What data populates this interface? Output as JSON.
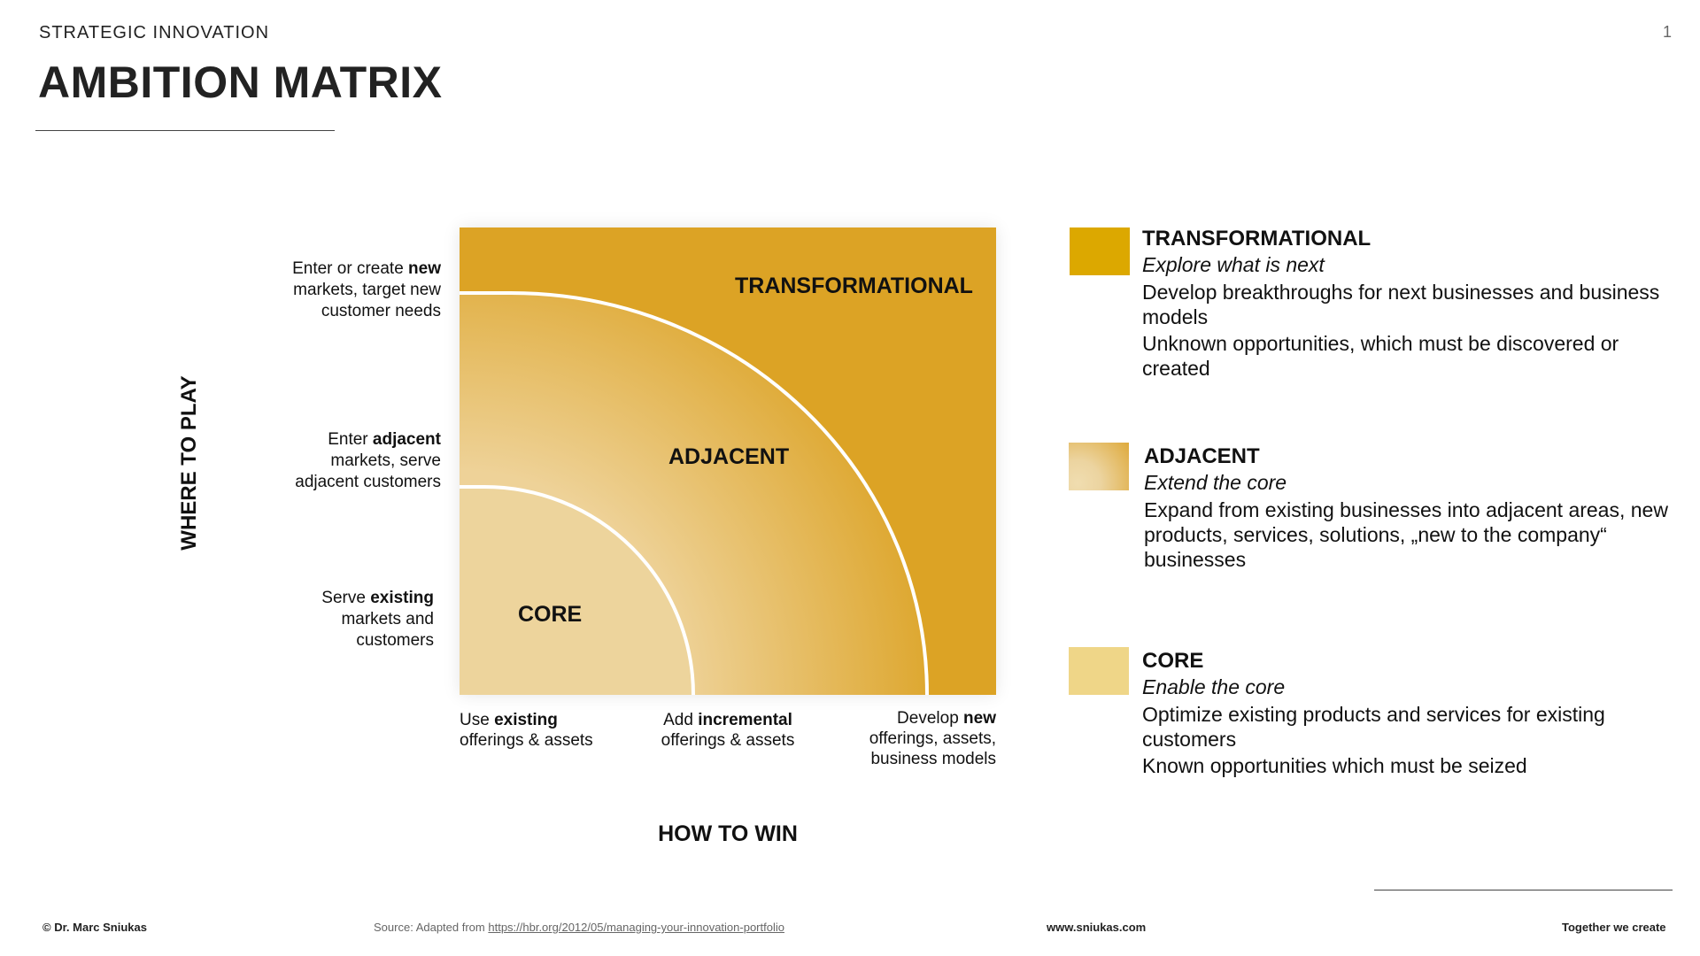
{
  "header": {
    "eyebrow": "STRATEGIC INNOVATION",
    "title": "AMBITION MATRIX",
    "page_number": "1"
  },
  "matrix": {
    "quadrants": {
      "transformational": "TRANSFORMATIONAL",
      "adjacent": "ADJACENT",
      "core": "CORE"
    },
    "y_axis_title": "WHERE TO PLAY",
    "x_axis_title": "HOW TO WIN",
    "y_rows": {
      "new": {
        "line1_pre": "Enter or create ",
        "line1_bold": "new",
        "line2": "markets, target new",
        "line3": "customer needs"
      },
      "adjacent": {
        "line1_pre": "Enter ",
        "line1_bold": "adjacent",
        "line2": "markets, serve",
        "line3": "adjacent customers"
      },
      "existing": {
        "line1_pre": "Serve ",
        "line1_bold": "existing",
        "line2": "markets and",
        "line3": "customers"
      }
    },
    "x_cols": {
      "existing": {
        "line1_pre": "Use ",
        "line1_bold": "existing",
        "line2": "offerings & assets"
      },
      "incremental": {
        "line1_pre": "Add ",
        "line1_bold": "incremental",
        "line2": "offerings & assets"
      },
      "new": {
        "line1_pre": "Develop ",
        "line1_bold": "new",
        "line2": "offerings, assets,",
        "line3": "business models"
      }
    },
    "colors": {
      "outer": "#dca325",
      "middle_light": "#f0d8a4",
      "core_fill": "#edd49c",
      "arc_stroke": "#ffffff"
    }
  },
  "legend": {
    "transformational": {
      "heading": "TRANSFORMATIONAL",
      "tagline": "Explore what is next",
      "desc1": "Develop breakthroughs for next businesses and business models",
      "desc2": "Unknown opportunities, which must be discovered or created",
      "color": "#dca800"
    },
    "adjacent": {
      "heading": "ADJACENT",
      "tagline": "Extend the core",
      "desc1": "Expand from existing businesses into adjacent areas, new products, services, solutions, „new to the company“ businesses",
      "color": "#e3b75a"
    },
    "core": {
      "heading": "CORE",
      "tagline": "Enable the core",
      "desc1": "Optimize existing products and services for existing customers",
      "desc2": "Known opportunities which must be seized",
      "color": "#efd688"
    }
  },
  "footer": {
    "copyright": "© Dr. Marc Sniukas",
    "source_prefix": "Source: Adapted from ",
    "source_link": "https://hbr.org/2012/05/managing-your-innovation-portfolio",
    "website": "www.sniukas.com",
    "tagline": "Together we create"
  }
}
